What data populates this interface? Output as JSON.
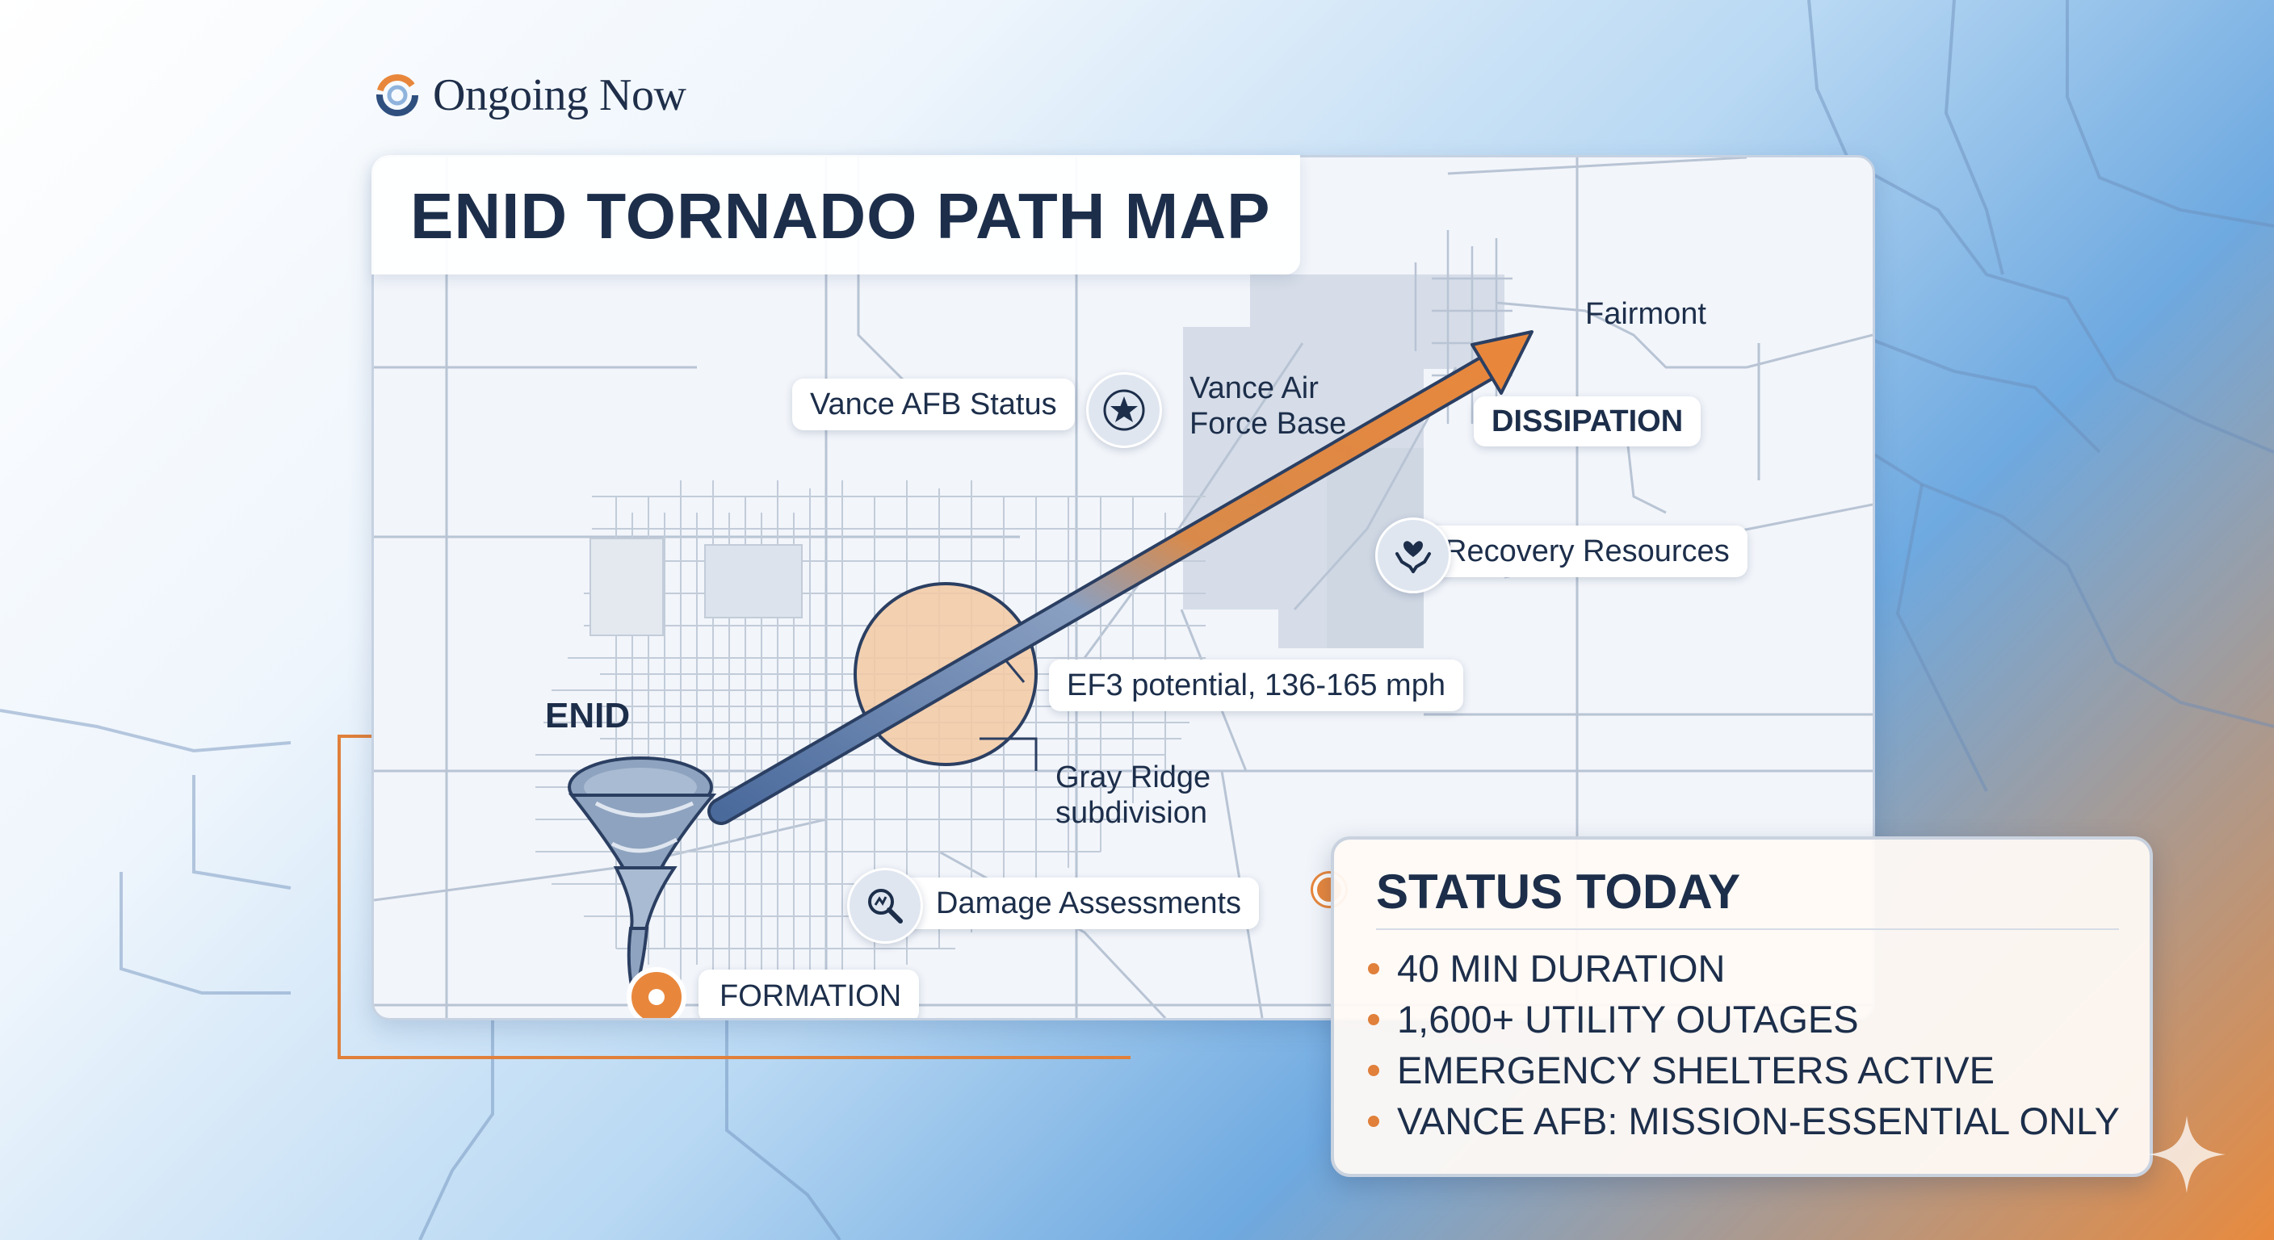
{
  "brand": {
    "name": "Ongoing Now",
    "logo_icon": "swirl-logo-icon"
  },
  "map": {
    "title": "ENID TORNADO PATH MAP",
    "places": {
      "city": "ENID",
      "town": "Fairmont",
      "base_line1": "Vance Air",
      "base_line2": "Force Base",
      "subdivision_line1": "Gray Ridge",
      "subdivision_line2": "subdivision"
    },
    "labels": {
      "vance_status": "Vance AFB Status",
      "recovery": "Recovery Resources",
      "damage": "Damage Assessments",
      "ef_rating": "EF3 potential, 136-165 mph",
      "formation": "FORMATION",
      "dissipation": "DISSIPATION"
    },
    "icons": [
      "star-icon",
      "heart-hands-icon",
      "magnifier-icon",
      "tornado-icon",
      "sparkle-icon"
    ]
  },
  "status": {
    "title": "STATUS TODAY",
    "items": [
      "40 MIN DURATION",
      "1,600+ UTILITY OUTAGES",
      "EMERGENCY SHELTERS ACTIVE",
      "VANCE AFB: MISSION-ESSENTIAL ONLY"
    ]
  },
  "colors": {
    "navy": "#1c2e4a",
    "accent_orange": "#e8873c",
    "path_blue": "#4a6a9c",
    "impact_zone": "#f3c9a2"
  }
}
